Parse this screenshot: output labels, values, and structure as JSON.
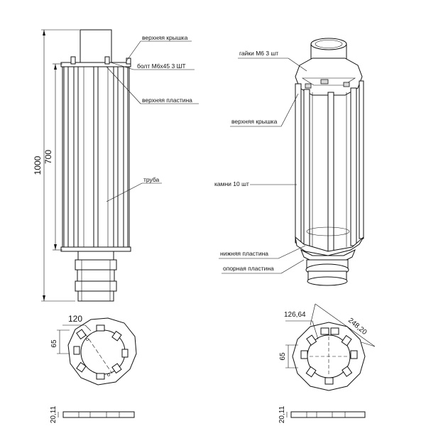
{
  "side_view": {
    "dim_total": "1000",
    "dim_cage": "700",
    "labels": {
      "top_cover": "верхняя крышка",
      "bolt": "болт М6х45 3 ШТ",
      "top_plate": "верхняя пластина",
      "pipe": "труба"
    }
  },
  "iso_view": {
    "labels": {
      "nuts": "гайки М6 3 шт",
      "top_cover": "верхняя крышка",
      "stones": "камни 10 шт",
      "bottom_plate": "нижняя пластина",
      "support_plate": "опорная пластина"
    }
  },
  "plate_left": {
    "dim_diameter": "120",
    "dim_offset": "65",
    "dim_thickness": "20,11"
  },
  "plate_right": {
    "dim_inner": "126,64",
    "dim_outer": "248,20",
    "dim_offset": "65",
    "dim_thickness": "20,11"
  },
  "colors": {
    "line": "#111111",
    "background": "#ffffff",
    "shade": "#d9d9d9"
  }
}
